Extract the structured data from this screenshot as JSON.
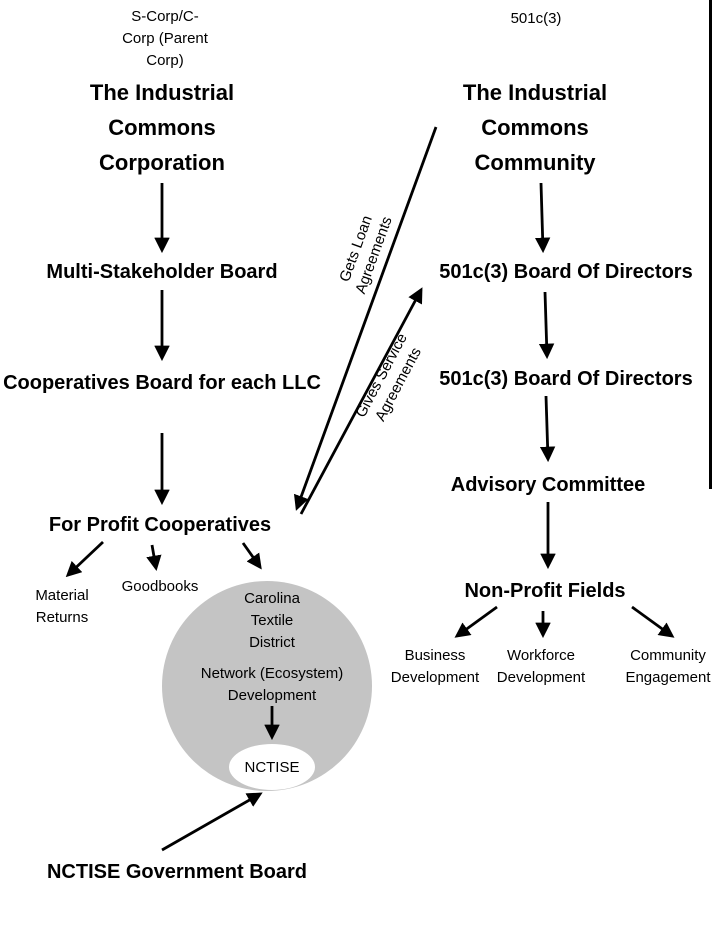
{
  "left": {
    "header": "S-Corp/C-Corp (Parent Corp)",
    "title": "The Industrial Commons Corporation",
    "multi_stakeholder_board": "Multi-Stakeholder Board",
    "cooperatives_board": "Cooperatives Board for each LLC",
    "for_profit_cooperatives": "For Profit Cooperatives",
    "material_returns": "Material Returns",
    "goodbooks": "Goodbooks",
    "carolina_textile_district": "Carolina Textile District",
    "network_development": "Network (Ecosystem) Development",
    "nctise": "NCTISE",
    "nctise_government_board": "NCTISE Government Board"
  },
  "right": {
    "header": "501c(3)",
    "title": "The Industrial Commons Community",
    "board_of_directors_1": "501c(3) Board Of Directors",
    "board_of_directors_2": "501c(3) Board Of Directors",
    "advisory_committee": "Advisory Committee",
    "non_profit_fields": "Non-Profit Fields",
    "business_development": "Business Development",
    "workforce_development": "Workforce Development",
    "community_engagement": "Community Engagement"
  },
  "links": {
    "gets_loan": "Gets Loan Agreements",
    "gives_service": "Gives Service Agreements"
  },
  "colors": {
    "background": "#ffffff",
    "text": "#000000",
    "circle_fill": "#c4c4c4",
    "ellipse_fill": "#ffffff"
  }
}
